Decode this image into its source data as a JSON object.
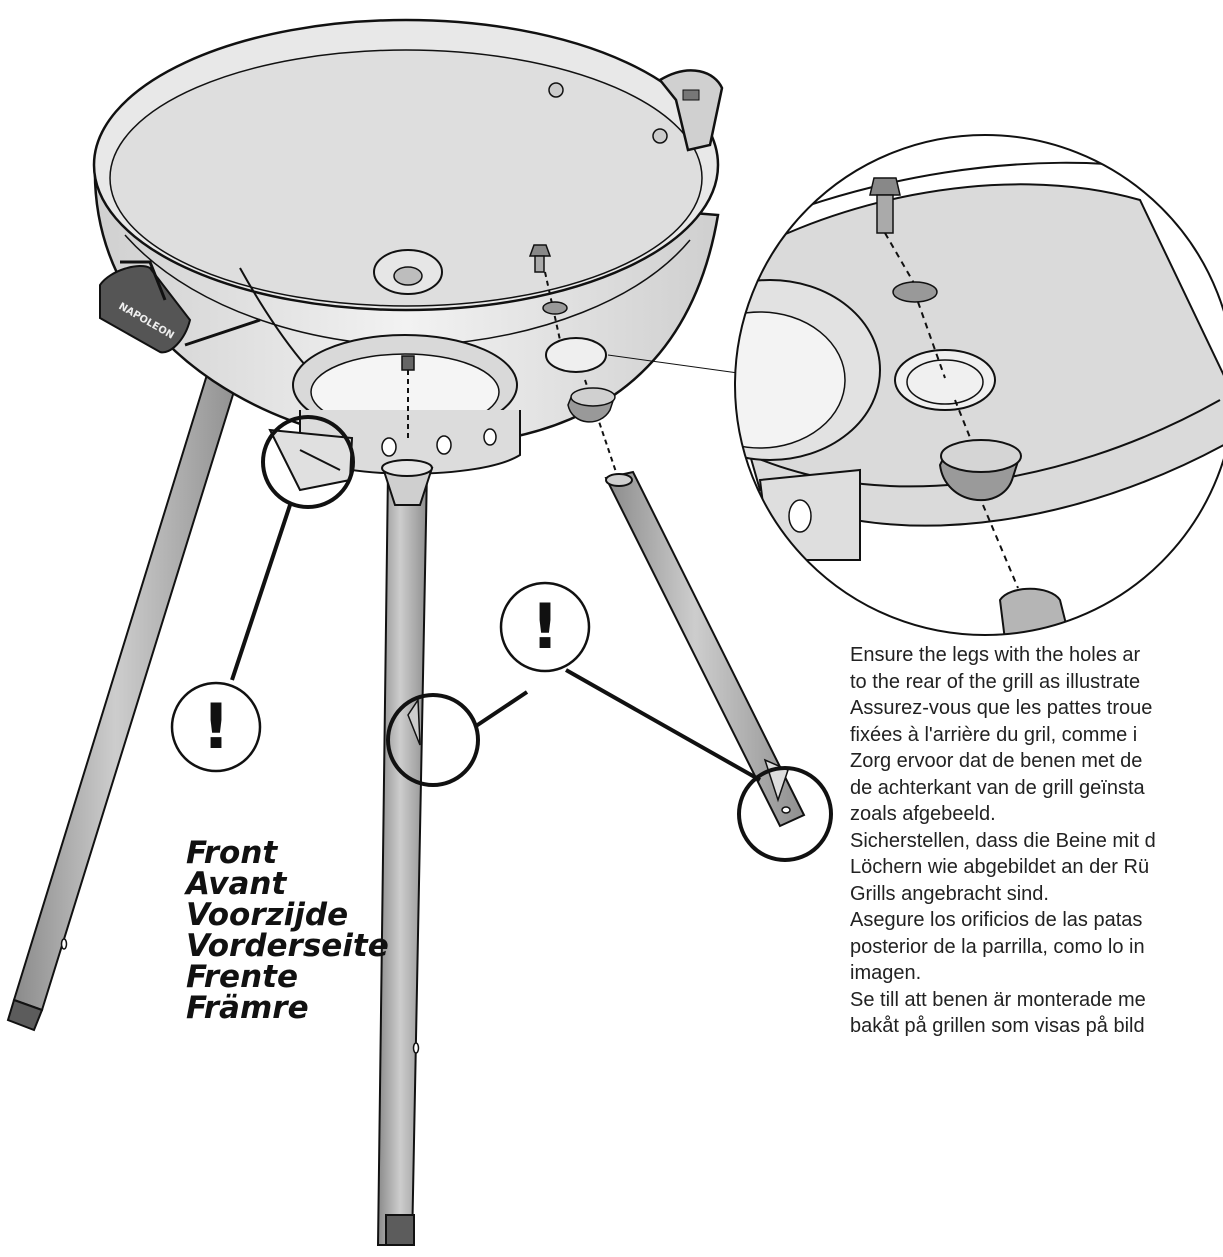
{
  "front_labels": [
    "Front",
    "Avant",
    "Voorzijde",
    "Vorderseite",
    "Frente",
    "Främre"
  ],
  "instructions": [
    {
      "lines": [
        "Ensure the legs with the holes ar",
        "to the rear of the grill as illustrate"
      ]
    },
    {
      "lines": [
        "Assurez-vous que les pattes troue",
        "fixées à l'arrière du gril, comme i"
      ]
    },
    {
      "lines": [
        "Zorg ervoor dat de benen met de",
        "de achterkant van de grill geïnsta",
        "zoals afgebeeld."
      ]
    },
    {
      "lines": [
        "Sicherstellen, dass die Beine mit d",
        "Löchern wie abgebildet an der Rü",
        "Grills angebracht sind."
      ]
    },
    {
      "lines": [
        "Asegure los orificios de las patas",
        "posterior de la parrilla, como lo in",
        "imagen."
      ]
    },
    {
      "lines": [
        "Se till att benen är monterade me",
        "bakåt på grillen som visas på bild"
      ]
    }
  ],
  "brand_logo": "NAPOLEON",
  "caution_symbol": "!",
  "colors": {
    "line": "#111111",
    "fill": "#e4e4e4",
    "leg": "#a9a9a9"
  }
}
